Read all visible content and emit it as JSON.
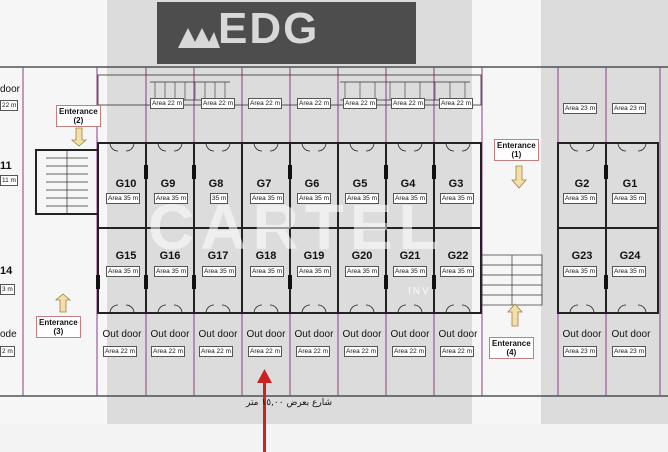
{
  "logo": {
    "text": "EDG"
  },
  "watermark": {
    "main": "CARTEL",
    "sub": "INV"
  },
  "street_label": "شارع بعرض ١٥,٠٠ متر",
  "entrances": [
    {
      "id": "e1",
      "line1": "Enterance",
      "line2": "(1)"
    },
    {
      "id": "e2",
      "line1": "Enterance",
      "line2": "(2)"
    },
    {
      "id": "e3",
      "line1": "Enterance",
      "line2": "(3)"
    },
    {
      "id": "e4",
      "line1": "Enterance",
      "line2": "(4)"
    }
  ],
  "top_units": [
    {
      "name": "G10",
      "area": "Area 35 m"
    },
    {
      "name": "G9",
      "area": "Area 35 m"
    },
    {
      "name": "G8",
      "area": "35 m"
    },
    {
      "name": "G7",
      "area": "Area 35 m"
    },
    {
      "name": "G6",
      "area": "Area 35 m"
    },
    {
      "name": "G5",
      "area": "Area 35 m"
    },
    {
      "name": "G4",
      "area": "Area 35 m"
    },
    {
      "name": "G3",
      "area": "Area 35 m"
    }
  ],
  "top_right_units": [
    {
      "name": "G2",
      "area": "Area 35 m"
    },
    {
      "name": "G1",
      "area": "Area 35 m"
    }
  ],
  "bottom_units": [
    {
      "name": "G15",
      "area": "Area 35 m"
    },
    {
      "name": "G16",
      "area": "Area 35 m"
    },
    {
      "name": "G17",
      "area": "Area 35 m"
    },
    {
      "name": "G18",
      "area": "Area 35 m"
    },
    {
      "name": "G19",
      "area": "Area 35 m"
    },
    {
      "name": "G20",
      "area": "Area 35 m"
    },
    {
      "name": "G21",
      "area": "Area 35 m"
    },
    {
      "name": "G22",
      "area": "Area 35 m"
    }
  ],
  "bottom_right_units": [
    {
      "name": "G23",
      "area": "Area 35 m"
    },
    {
      "name": "G24",
      "area": "Area 35 m"
    }
  ],
  "top_strip_areas": [
    "Area 22 m",
    "Area 22 m",
    "Area 22 m",
    "Area 22 m",
    "Area 22 m",
    "Area 22 m",
    "Area 22 m"
  ],
  "top_right_strip_areas": [
    "Area 23 m",
    "Area 23 m"
  ],
  "outdoor": [
    {
      "label": "Out door",
      "area": "Area 22 m"
    },
    {
      "label": "Out door",
      "area": "Area 22 m"
    },
    {
      "label": "Out door",
      "area": "Area 22 m"
    },
    {
      "label": "Out door",
      "area": "Area 22 m"
    },
    {
      "label": "Out door",
      "area": "Area 22 m"
    },
    {
      "label": "Out door",
      "area": "Area 22 m"
    },
    {
      "label": "Out door",
      "area": "Area 22 m"
    },
    {
      "label": "Out door",
      "area": "Area 22 m"
    }
  ],
  "outdoor_right": [
    {
      "label": "Out door",
      "area": "Area 23 m"
    },
    {
      "label": "Out door",
      "area": "Area 23 m"
    }
  ],
  "left_edge": {
    "top_label": "door",
    "top_area": "22 m",
    "u1": "11",
    "u1_area": "11 m",
    "u2": "14",
    "u2_area": "3 m",
    "od_label": "ode",
    "od_area": "2 m"
  },
  "colors": {
    "wall": "#222222",
    "divider": "#8a3a8a",
    "shade": "#dcdcdc",
    "logo_bg": "#4d4d4d",
    "arrow": "#cc2222",
    "entrance_arrow": "#f2e0a8"
  }
}
